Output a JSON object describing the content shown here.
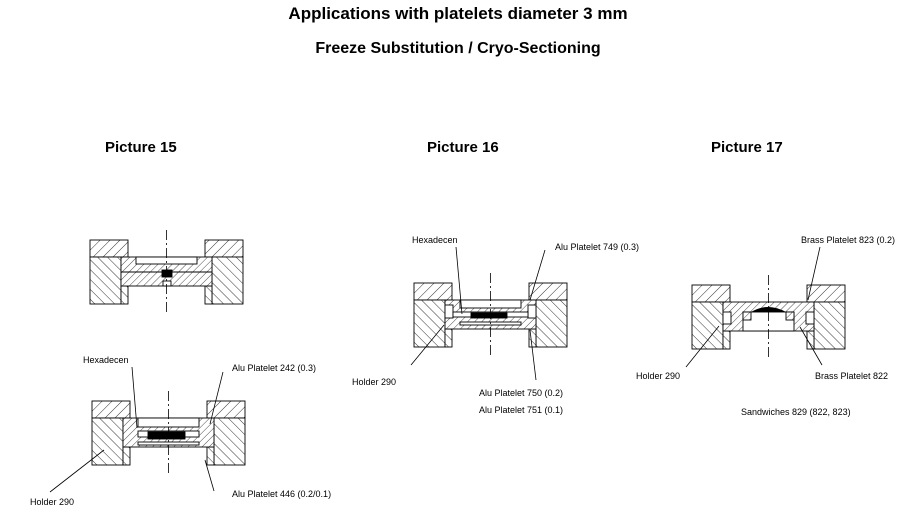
{
  "title": "Applications with platelets diameter 3 mm",
  "subtitle": "Freeze Substitution / Cryo-Sectioning",
  "pictures": [
    {
      "caption": "Picture 15",
      "labels": {
        "hexadecen": "Hexadecen",
        "top_platelet": "Alu Platelet 242 (0.3)",
        "holder": "Holder 290",
        "bottom_platelet": "Alu Platelet 446 (0.2/0.1)"
      }
    },
    {
      "caption": "Picture 16",
      "labels": {
        "hexadecen": "Hexadecen",
        "top_platelet": "Alu Platelet 749 (0.3)",
        "holder": "Holder 290",
        "bottom_platelet_1": "Alu Platelet 750 (0.2)",
        "bottom_platelet_2": "Alu Platelet 751 (0.1)"
      }
    },
    {
      "caption": "Picture 17",
      "labels": {
        "top_platelet": "Brass Platelet 823 (0.2)",
        "holder": "Holder 290",
        "bottom_platelet": "Brass Platelet 822",
        "sandwich": "Sandwiches 829 (822, 823)"
      }
    }
  ]
}
